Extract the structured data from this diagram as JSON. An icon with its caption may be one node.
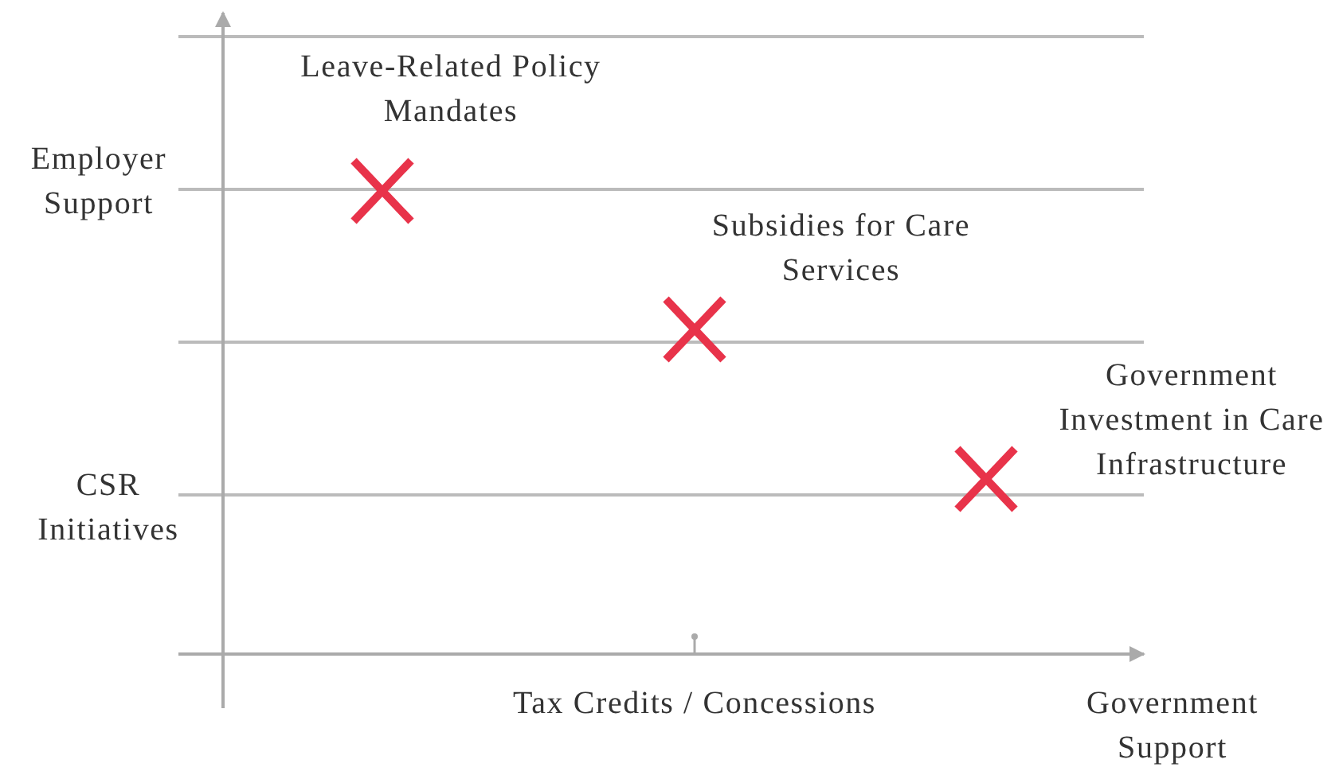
{
  "diagram": {
    "labels": [
      "Leave-Related Policy Mandates",
      "Employer Support",
      "Subsidies for Care Services",
      "Government Investment in Care Infrastructure",
      "CSR Initiatives",
      "Tax Credits / Concessions",
      "Government Support"
    ]
  }
}
